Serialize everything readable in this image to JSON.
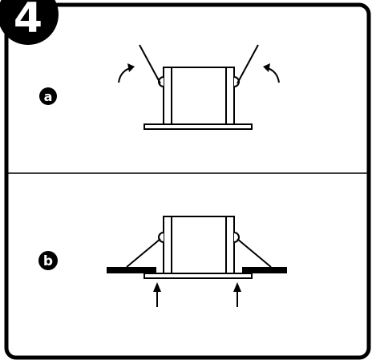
{
  "step": {
    "number": "4"
  },
  "panels": [
    {
      "label": "a"
    },
    {
      "label": "b"
    }
  ],
  "colors": {
    "ink": "#000000",
    "paper": "#ffffff"
  }
}
